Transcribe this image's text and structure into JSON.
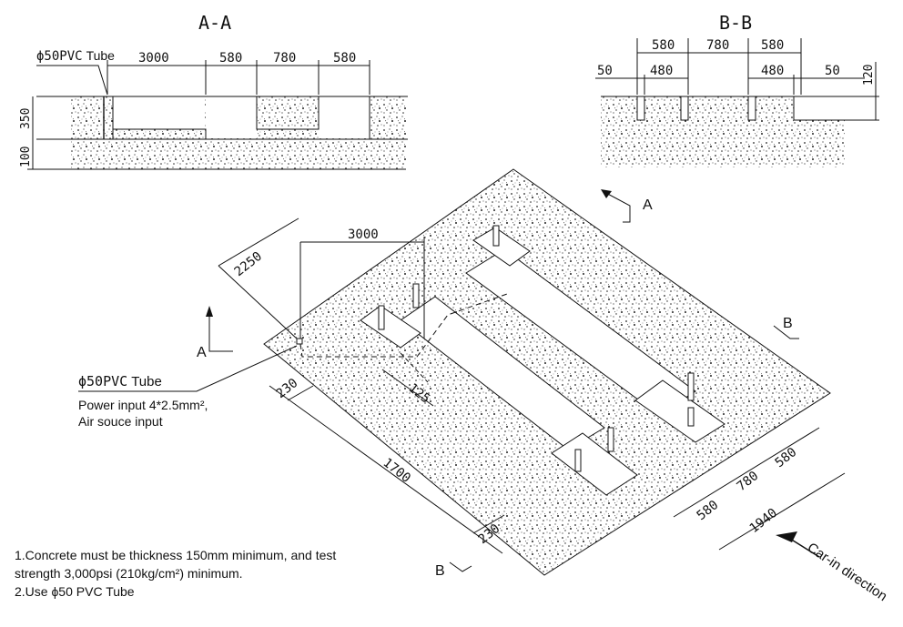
{
  "section_aa": {
    "title": "A-A",
    "tube_label_prefix": "ϕ50PVC",
    "tube_label_suffix": "Tube",
    "dims": [
      "3000",
      "580",
      "780",
      "580"
    ],
    "height_top": "350",
    "height_bottom": "100"
  },
  "section_bb": {
    "title": "B-B",
    "dims_top": [
      "580",
      "780",
      "580"
    ],
    "dims_mid": [
      "50",
      "480",
      "480",
      "50"
    ],
    "height": "120"
  },
  "plan": {
    "dim_width": "3000",
    "dim_depth": "2250",
    "dim_125": "125",
    "dim_230_top": "230",
    "dim_1700": "1700",
    "dim_230_bottom": "230",
    "dim_580_left": "580",
    "dim_780": "780",
    "dim_580_right": "580",
    "dim_1940": "1940",
    "cut_a_top": "A",
    "cut_a_left": "A",
    "cut_b_right": "B",
    "cut_b_bottom": "B"
  },
  "callout": {
    "tube_prefix": "ϕ50PVC",
    "tube_suffix": "Tube",
    "line1": "Power input 4*2.5mm²,",
    "line2": "Air souce input"
  },
  "car_direction": "Car-in direction",
  "notes": [
    "1.Concrete must be thickness 150mm minimum, and test",
    "strength 3,000psi (210kg/cm²) minimum.",
    "2.Use ϕ50 PVC Tube"
  ]
}
